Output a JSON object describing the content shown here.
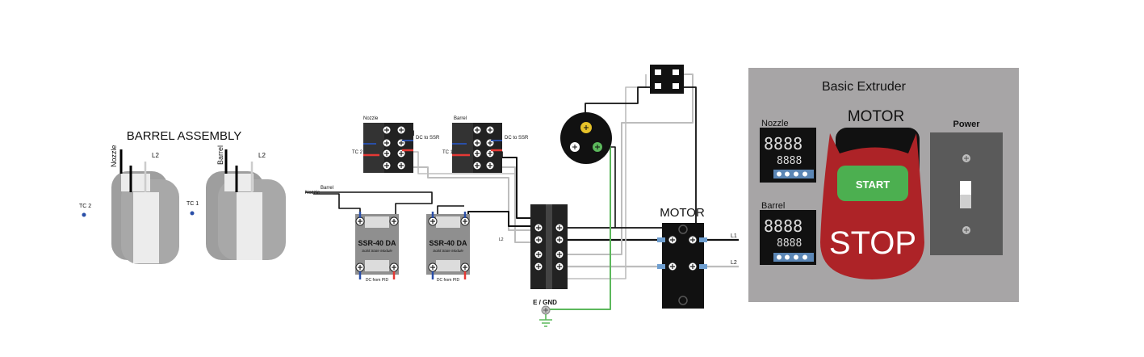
{
  "barrel_assembly": {
    "title": "BARREL ASSEMBLY",
    "left": {
      "wire_label": "Nozzle",
      "l2": "L2",
      "tc": "TC 2"
    },
    "right": {
      "wire_label": "Barrel",
      "l2": "L2",
      "tc": "TC 1"
    }
  },
  "pid_modules": [
    {
      "label": "Nozzle",
      "tc": "TC 2",
      "dc": "DC to SSR"
    },
    {
      "label": "Barrel",
      "tc": "TC 1",
      "dc": "DC to SSR"
    }
  ],
  "ssr_modules": [
    {
      "name": "SSR-40 DA",
      "sub": "Solid State Module",
      "dc": "DC from PID"
    },
    {
      "name": "SSR-40 DA",
      "sub": "Solid State Module",
      "dc": "DC from PID"
    }
  ],
  "wire_labels": {
    "barrel": "Barrel",
    "nozzle": "Nozzle",
    "l2_small": "L2"
  },
  "ground": {
    "label": "E / GND"
  },
  "motor_block": {
    "title": "MOTOR",
    "l1": "L1",
    "l2": "L2"
  },
  "panel": {
    "title": "Basic Extruder",
    "motor_label": "MOTOR",
    "start": "START",
    "stop": "STOP",
    "power": "Power",
    "nozzle_label": "Nozzle",
    "barrel_label": "Barrel",
    "display_top": "8888",
    "display_bottom": "8888"
  },
  "colors": {
    "panel_bg": "#a7a5a6",
    "stop_red": "#ad2327",
    "start_green": "#4caf50",
    "ground_green": "#5cb85c",
    "heater_gray": "#a8a8a8",
    "wire_red": "#e53935",
    "wire_blue": "#2a4fa8"
  }
}
